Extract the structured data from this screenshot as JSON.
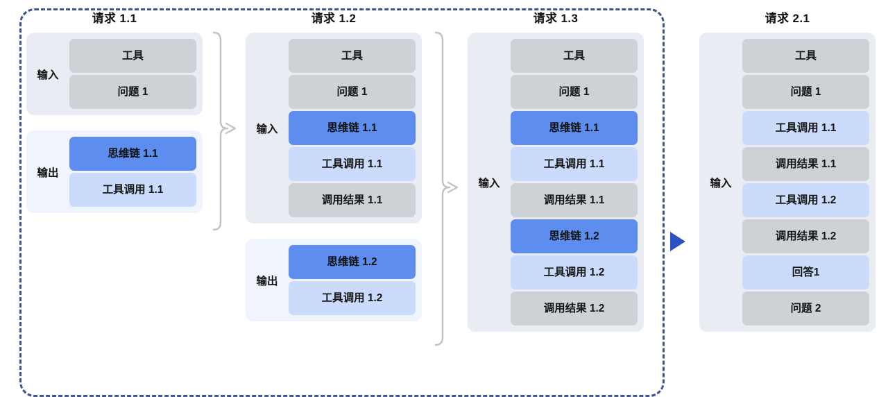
{
  "diagram": {
    "title_visible": false,
    "colors": {
      "accent_blue": "#5c8def",
      "light_blue": "#cbdbfb",
      "gray": "#ced2d6",
      "input_panel_bg": "#e9ecf2",
      "output_panel_bg": "#eff4fd",
      "dashed_border": "#3f5296",
      "bracket": "#bfbfbf"
    },
    "group_box": {
      "style": "dashed",
      "label": ""
    },
    "labels": {
      "input": "输入",
      "output": "输出"
    },
    "columns": [
      {
        "id": "request-1-1",
        "title": "请求 1.1",
        "panels": [
          {
            "kind": "input",
            "label": "输入",
            "items": [
              {
                "text": "工具",
                "tone": "gray"
              },
              {
                "text": "问题 1",
                "tone": "gray"
              }
            ]
          },
          {
            "kind": "output",
            "label": "输出",
            "items": [
              {
                "text": "思维链 1.1",
                "tone": "blue"
              },
              {
                "text": "工具调用 1.1",
                "tone": "light-blue"
              }
            ]
          }
        ]
      },
      {
        "id": "request-1-2",
        "title": "请求 1.2",
        "panels": [
          {
            "kind": "input",
            "label": "输入",
            "items": [
              {
                "text": "工具",
                "tone": "gray"
              },
              {
                "text": "问题 1",
                "tone": "gray"
              },
              {
                "text": "思维链 1.1",
                "tone": "blue"
              },
              {
                "text": "工具调用 1.1",
                "tone": "light-blue"
              },
              {
                "text": "调用结果 1.1",
                "tone": "gray"
              }
            ]
          },
          {
            "kind": "output",
            "label": "输出",
            "items": [
              {
                "text": "思维链 1.2",
                "tone": "blue"
              },
              {
                "text": "工具调用 1.2",
                "tone": "light-blue"
              }
            ]
          }
        ]
      },
      {
        "id": "request-1-3",
        "title": "请求 1.3",
        "panels": [
          {
            "kind": "input",
            "label": "输入",
            "items": [
              {
                "text": "工具",
                "tone": "gray"
              },
              {
                "text": "问题 1",
                "tone": "gray"
              },
              {
                "text": "思维链 1.1",
                "tone": "blue"
              },
              {
                "text": "工具调用 1.1",
                "tone": "light-blue"
              },
              {
                "text": "调用结果 1.1",
                "tone": "gray"
              },
              {
                "text": "思维链 1.2",
                "tone": "blue"
              },
              {
                "text": "工具调用 1.2",
                "tone": "light-blue"
              },
              {
                "text": "调用结果 1.2",
                "tone": "gray"
              }
            ]
          }
        ]
      },
      {
        "id": "request-2-1",
        "title": "请求 2.1",
        "panels": [
          {
            "kind": "input",
            "label": "输入",
            "items": [
              {
                "text": "工具",
                "tone": "gray"
              },
              {
                "text": "问题 1",
                "tone": "gray"
              },
              {
                "text": "工具调用 1.1",
                "tone": "light-blue"
              },
              {
                "text": "调用结果 1.1",
                "tone": "gray"
              },
              {
                "text": "工具调用 1.2",
                "tone": "light-blue"
              },
              {
                "text": "调用结果 1.2",
                "tone": "gray"
              },
              {
                "text": "回答1",
                "tone": "light-blue"
              },
              {
                "text": "问题 2",
                "tone": "gray"
              }
            ]
          }
        ]
      }
    ],
    "connectors": [
      {
        "id": "bracket-1",
        "type": "bracket-arrow",
        "from": "请求 1.1",
        "to": "请求 1.2",
        "color": "#bfbfbf"
      },
      {
        "id": "bracket-2",
        "type": "bracket-arrow",
        "from": "请求 1.2",
        "to": "请求 1.3",
        "color": "#bfbfbf"
      },
      {
        "id": "transition-arrow",
        "type": "dashed-arrow",
        "from": "请求 1.3",
        "to": "请求 2.1",
        "color": "#2f4fc4"
      }
    ]
  }
}
